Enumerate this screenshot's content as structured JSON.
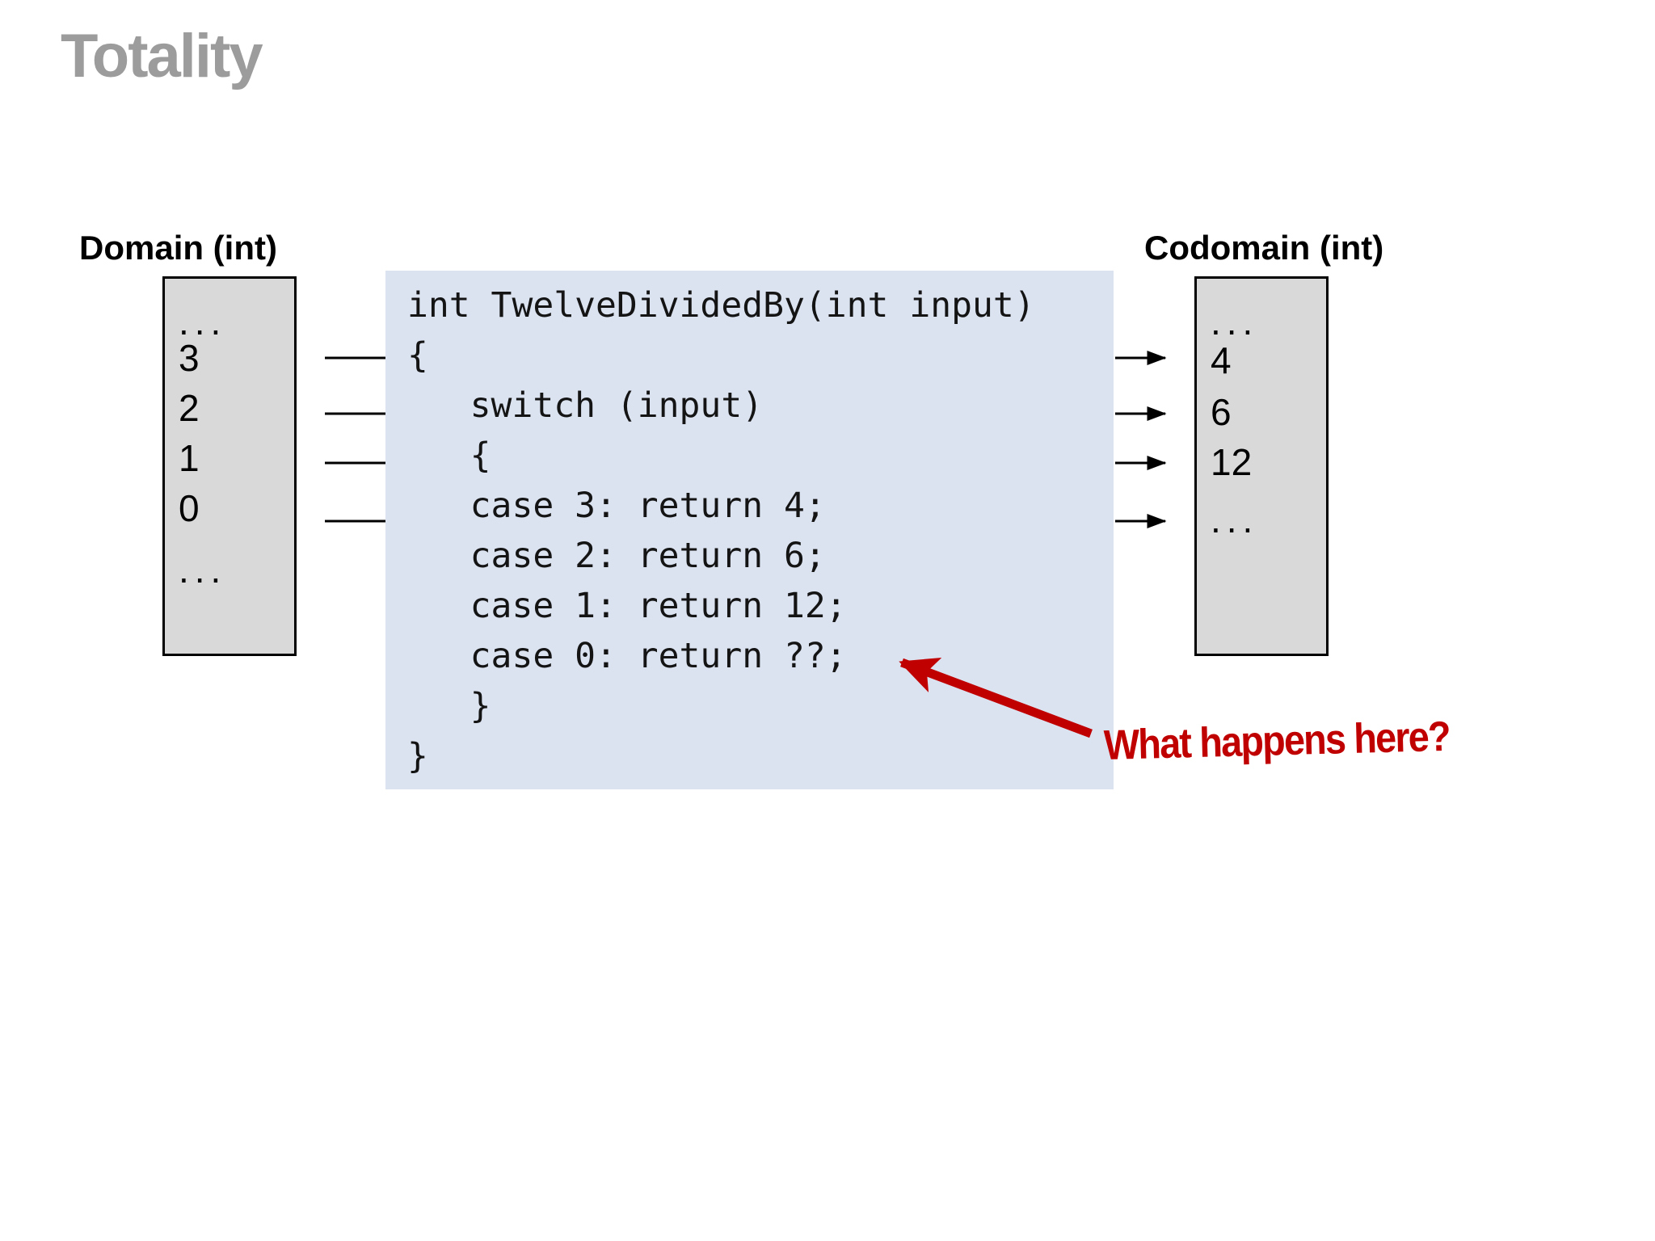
{
  "title": "Totality",
  "domain": {
    "label": "Domain (int)",
    "values": [
      "...",
      "3",
      "2",
      "1",
      "0",
      "..."
    ]
  },
  "codomain": {
    "label": "Codomain (int)",
    "values": [
      "...",
      "4",
      "6",
      "12",
      "..."
    ]
  },
  "code": {
    "source": "int TwelveDividedBy(int input)\n{\n   switch (input)\n   {\n   case 3: return 4;\n   case 2: return 6;\n   case 1: return 12;\n   case 0: return ??;\n   }\n}"
  },
  "annotation": {
    "text": "What happens here?"
  },
  "colors": {
    "title_gray": "#9c9c9c",
    "box_fill": "#d9d9d9",
    "box_border": "#000000",
    "code_background": "#dbe3f1",
    "code_text": "#141414",
    "connector_black": "#000000",
    "annotation_red": "#c00000"
  }
}
